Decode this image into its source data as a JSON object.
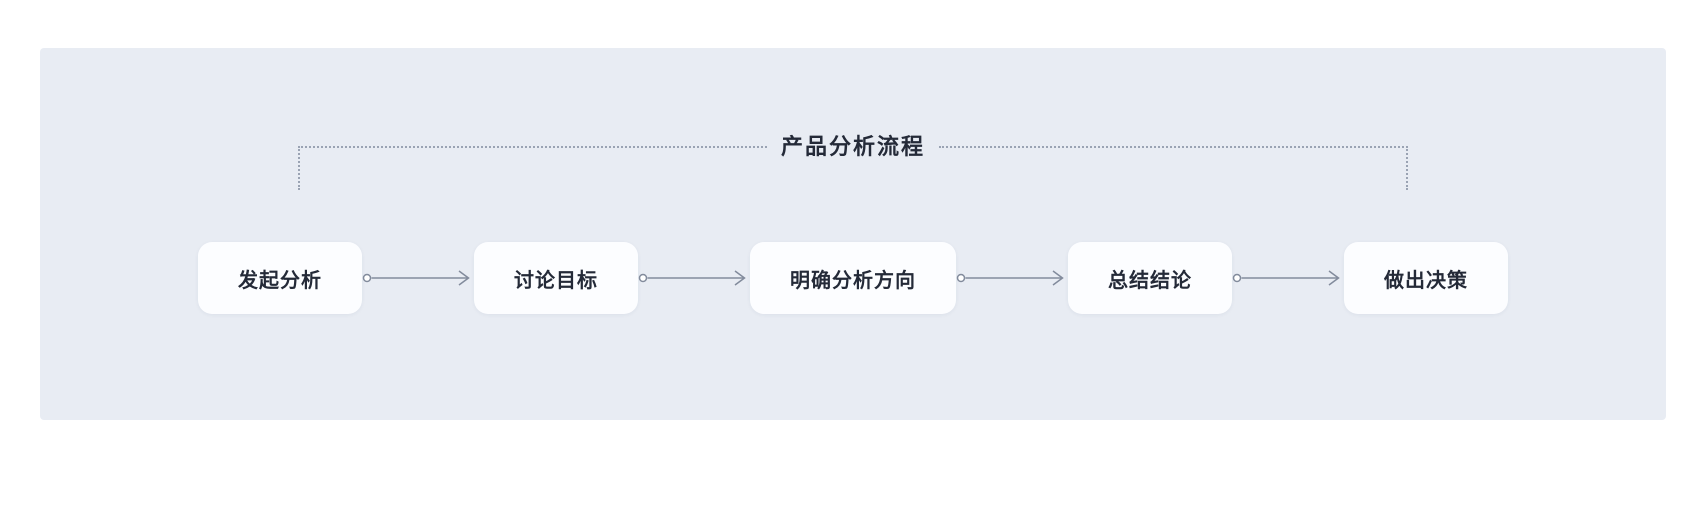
{
  "diagram": {
    "title": "产品分析流程",
    "nodes": [
      {
        "id": "initiate-analysis",
        "label": "发起分析"
      },
      {
        "id": "discuss-goals",
        "label": "讨论目标"
      },
      {
        "id": "clarify-direction",
        "label": "明确分析方向"
      },
      {
        "id": "summarize",
        "label": "总结结论"
      },
      {
        "id": "make-decision",
        "label": "做出决策"
      }
    ],
    "connector": {
      "start_marker": "hollow-circle",
      "end_marker": "open-arrow-right"
    },
    "colors": {
      "panel_bg": "#e8ecf3",
      "node_bg": "#fcfdff",
      "node_text": "#242a38",
      "title_text": "#242a38",
      "arrow": "#828b9c",
      "dotted_line": "#9aa3b3"
    }
  }
}
